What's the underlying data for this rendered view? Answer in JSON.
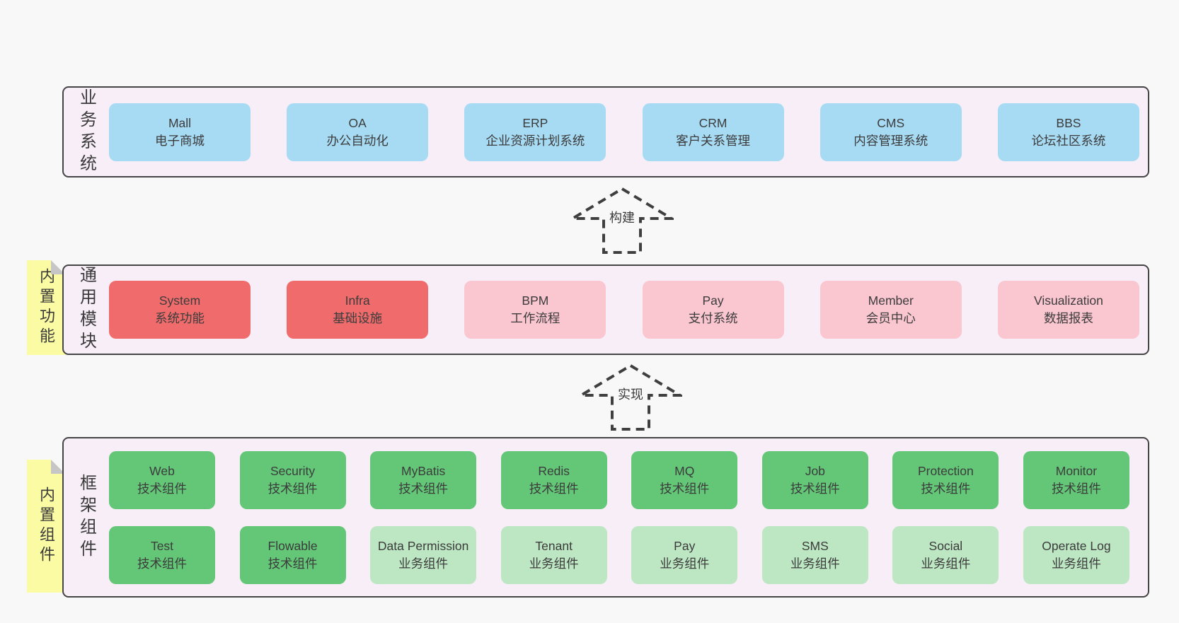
{
  "arrows": [
    {
      "label": "构建"
    },
    {
      "label": "实现"
    }
  ],
  "notes": [
    {
      "label": "内置功能"
    },
    {
      "label": "内置组件"
    }
  ],
  "layers": [
    {
      "label": "业务系统",
      "rows": [
        [
          {
            "en": "Mall",
            "zh": "电子商城",
            "variant": "blue"
          },
          {
            "en": "OA",
            "zh": "办公自动化",
            "variant": "blue"
          },
          {
            "en": "ERP",
            "zh": "企业资源计划系统",
            "variant": "blue"
          },
          {
            "en": "CRM",
            "zh": "客户关系管理",
            "variant": "blue"
          },
          {
            "en": "CMS",
            "zh": "内容管理系统",
            "variant": "blue"
          },
          {
            "en": "BBS",
            "zh": "论坛社区系统",
            "variant": "blue"
          }
        ]
      ]
    },
    {
      "label": "通用模块",
      "rows": [
        [
          {
            "en": "System",
            "zh": "系统功能",
            "variant": "red"
          },
          {
            "en": "Infra",
            "zh": "基础设施",
            "variant": "red"
          },
          {
            "en": "BPM",
            "zh": "工作流程",
            "variant": "pink"
          },
          {
            "en": "Pay",
            "zh": "支付系统",
            "variant": "pink"
          },
          {
            "en": "Member",
            "zh": "会员中心",
            "variant": "pink"
          },
          {
            "en": "Visualization",
            "zh": "数据报表",
            "variant": "pink"
          }
        ]
      ]
    },
    {
      "label": "框架组件",
      "rows": [
        [
          {
            "en": "Web",
            "zh": "技术组件",
            "variant": "green-dark"
          },
          {
            "en": "Security",
            "zh": "技术组件",
            "variant": "green-dark"
          },
          {
            "en": "MyBatis",
            "zh": "技术组件",
            "variant": "green-dark"
          },
          {
            "en": "Redis",
            "zh": "技术组件",
            "variant": "green-dark"
          },
          {
            "en": "MQ",
            "zh": "技术组件",
            "variant": "green-dark"
          },
          {
            "en": "Job",
            "zh": "技术组件",
            "variant": "green-dark"
          },
          {
            "en": "Protection",
            "zh": "技术组件",
            "variant": "green-dark"
          },
          {
            "en": "Monitor",
            "zh": "技术组件",
            "variant": "green-dark"
          }
        ],
        [
          {
            "en": "Test",
            "zh": "技术组件",
            "variant": "green-dark"
          },
          {
            "en": "Flowable",
            "zh": "技术组件",
            "variant": "green-dark"
          },
          {
            "en": "Data Permission",
            "zh": "业务组件",
            "variant": "green-light"
          },
          {
            "en": "Tenant",
            "zh": "业务组件",
            "variant": "green-light"
          },
          {
            "en": "Pay",
            "zh": "业务组件",
            "variant": "green-light"
          },
          {
            "en": "SMS",
            "zh": "业务组件",
            "variant": "green-light"
          },
          {
            "en": "Social",
            "zh": "业务组件",
            "variant": "green-light"
          },
          {
            "en": "Operate Log",
            "zh": "业务组件",
            "variant": "green-light"
          }
        ]
      ]
    }
  ],
  "colors": {
    "background": "#f8f8f8",
    "panel": "#f8eef7",
    "panel_border": "#454545",
    "blue": "#a7daf3",
    "red": "#f06b6b",
    "pink": "#fac6d0",
    "green_dark": "#63c777",
    "green_light": "#bde6c3",
    "note_yellow": "#fbfba3",
    "note_fold": "#c6c6c6",
    "text": "#3c3c3c"
  }
}
